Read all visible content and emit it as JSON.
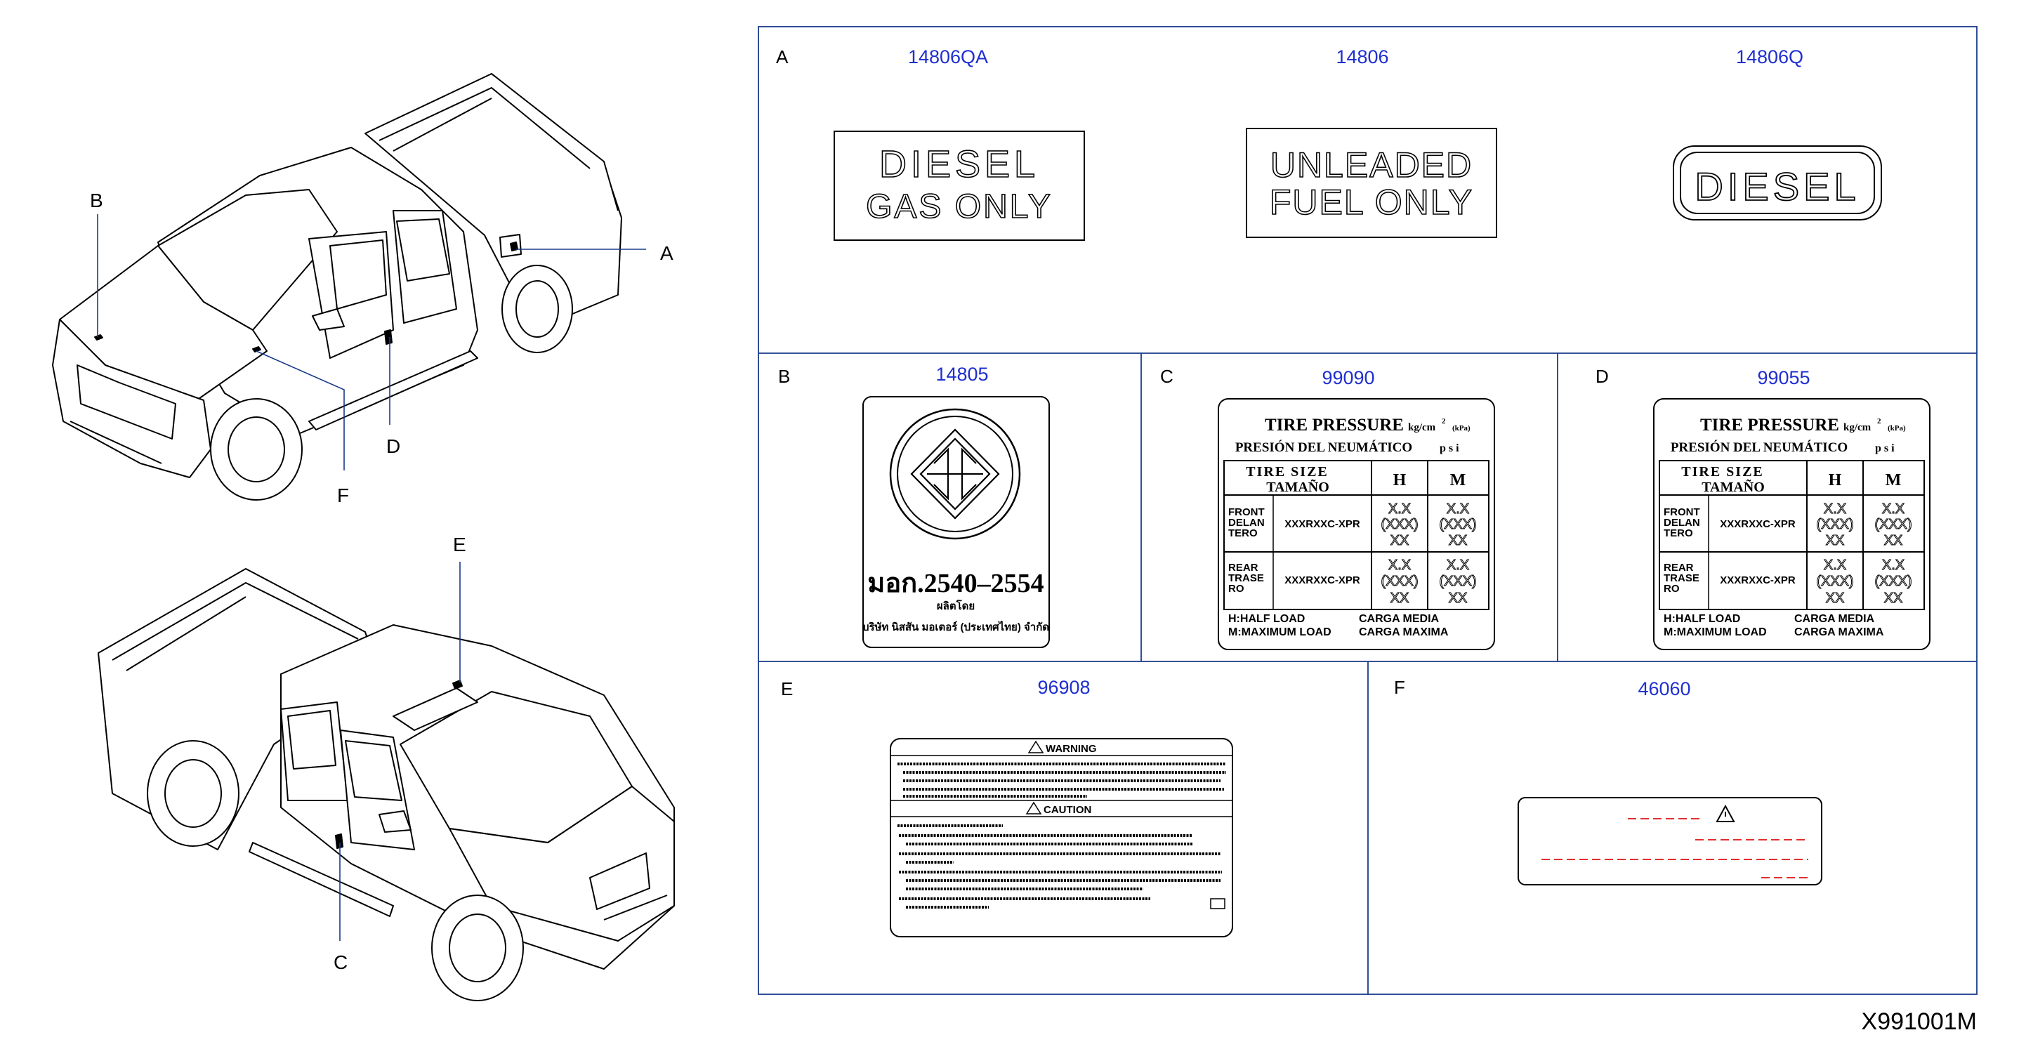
{
  "drawing_id": "X991001M",
  "callouts": {
    "a": "A",
    "b": "B",
    "c": "C",
    "d": "D",
    "e": "E",
    "f": "F"
  },
  "panels": {
    "a": {
      "letter": "A",
      "parts": [
        {
          "number": "14806QA",
          "line1": "DIESEL",
          "line2": "GAS  ONLY"
        },
        {
          "number": "14806",
          "line1": "UNLEADED",
          "line2": "FUEL ONLY"
        },
        {
          "number": "14806Q",
          "line1": "DIESEL"
        }
      ]
    },
    "b": {
      "letter": "B",
      "number": "14805",
      "std_code": "มอก.2540–2554",
      "line2": "ผลิตโดย",
      "line3": "บริษัท นิสสัน มอเตอร์ (ประเทศไทย) จำกัด"
    },
    "c": {
      "letter": "C",
      "number": "99090"
    },
    "d": {
      "letter": "D",
      "number": "99055"
    },
    "tire_label": {
      "title": "TIRE PRESSURE",
      "title_es": "PRESIÓN DEL NEUMÁTICO",
      "unit1": "kg/cm",
      "unit1_sup": "2",
      "unit1_kpa": "(kPa)",
      "unit2": "p s i",
      "col_size": "TIRE  SIZE",
      "col_size_es": "TAMAÑO",
      "col_h": "H",
      "col_m": "M",
      "front_l1": "FRONT",
      "front_l2": "DELAN",
      "front_l3": "TERO",
      "rear_l1": "REAR",
      "rear_l2": "TRASE",
      "rear_l3": "RO",
      "size_code": "XXXRXXC-XPR",
      "val_top": "X.X",
      "val_mid": "(XXX)",
      "val_bot": "XX",
      "legend_h": "H:HALF   LOAD",
      "legend_h_es": "CARGA  MEDIA",
      "legend_m": "M:MAXIMUM   LOAD",
      "legend_m_es": "CARGA  MAXIMA"
    },
    "e": {
      "letter": "E",
      "number": "96908",
      "warning": "WARNING",
      "caution": "CAUTION"
    },
    "f": {
      "letter": "F",
      "number": "46060"
    }
  }
}
